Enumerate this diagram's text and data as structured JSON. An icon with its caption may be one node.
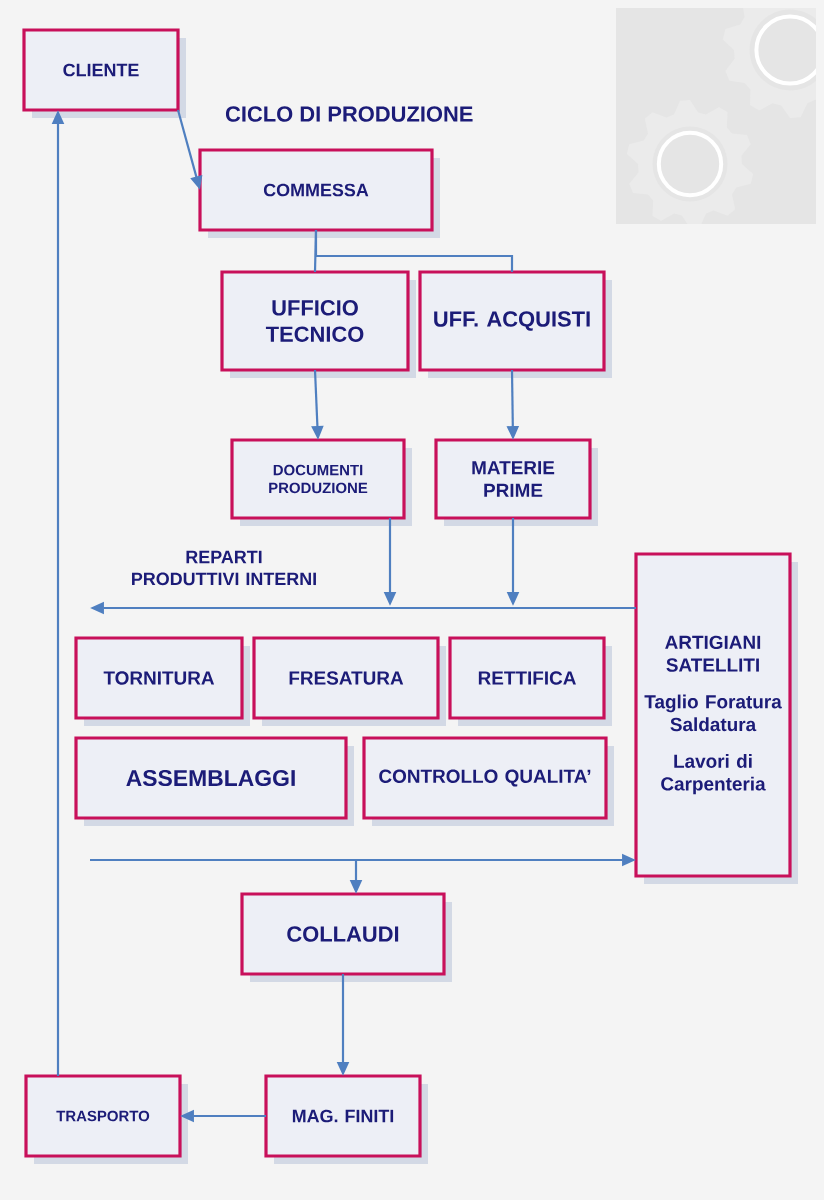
{
  "diagram": {
    "title": "CICLO DI PRODUZIONE",
    "nodes": [
      {
        "text": [
          "CLIENTE"
        ]
      },
      {
        "text": [
          "COMMESSA"
        ]
      },
      {
        "text": [
          "UFFICIO TECNICO"
        ]
      },
      {
        "text": [
          "UFF. ACQUISTI"
        ]
      },
      {
        "text": [
          "DOCUMENTI PRODUZIONE"
        ]
      },
      {
        "text": [
          "MATERIE PRIME"
        ]
      },
      {
        "text": [
          "ARTIGIANI SATELLITI",
          "Taglio Foratura Saldatura",
          "Lavori di Carpenteria"
        ]
      },
      {
        "text": [
          "TORNITURA"
        ]
      },
      {
        "text": [
          "FRESATURA"
        ]
      },
      {
        "text": [
          "RETTIFICA"
        ]
      },
      {
        "text": [
          "ASSEMBLAGGI"
        ]
      },
      {
        "text": [
          "CONTROLLO QUALITA’"
        ]
      },
      {
        "text": [
          "COLLAUDI"
        ]
      },
      {
        "text": [
          "MAG. FINITI"
        ]
      },
      {
        "text": [
          "TRASPORTO"
        ]
      }
    ],
    "edges": [
      {
        "from": 0,
        "to": 1,
        "arrow": "to"
      },
      {
        "from": 1,
        "to": 2,
        "arrow": "none"
      },
      {
        "from": 1,
        "to": 3,
        "arrow": "none"
      },
      {
        "from": 2,
        "to": 4,
        "arrow": "to"
      },
      {
        "from": 3,
        "to": 5,
        "arrow": "to"
      },
      {
        "from": 4,
        "to": null,
        "arrow": "to"
      },
      {
        "from": 5,
        "to": null,
        "arrow": "to"
      },
      {
        "from": 6,
        "to": null,
        "arrow": "to"
      },
      {
        "from": null,
        "to": 6,
        "arrow": "to"
      },
      {
        "from": null,
        "to": 12,
        "arrow": "to"
      },
      {
        "from": 12,
        "to": 13,
        "arrow": "to"
      },
      {
        "from": 13,
        "to": 14,
        "arrow": "to"
      },
      {
        "from": 14,
        "to": 0,
        "arrow": "to"
      }
    ],
    "labels": [
      "REPARTI PRODUTTIVI INTERNI"
    ]
  }
}
